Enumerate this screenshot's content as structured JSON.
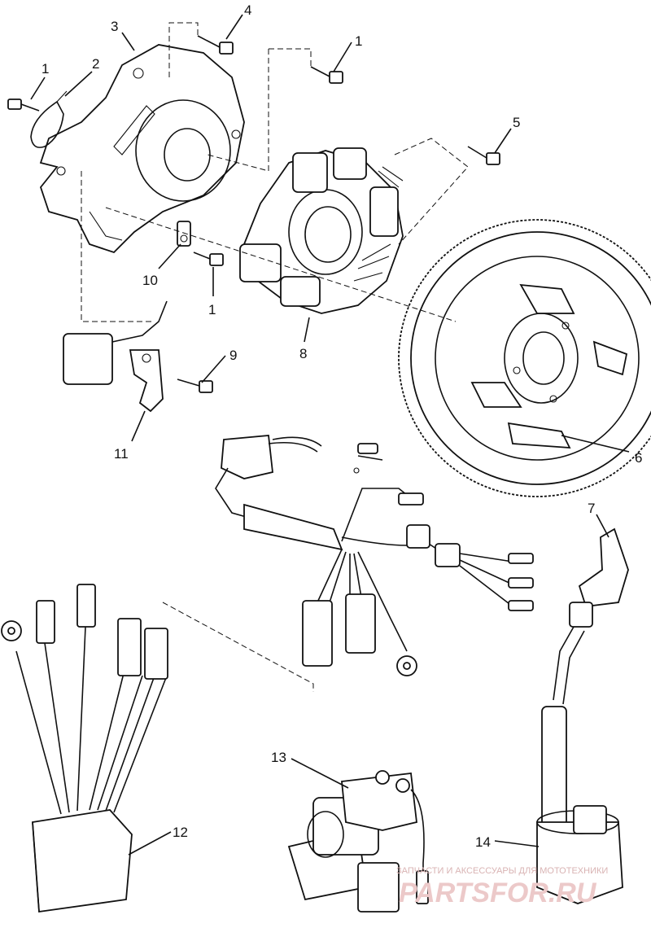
{
  "callouts": {
    "c1a": "1",
    "c2": "2",
    "c3": "3",
    "c4": "4",
    "c1b": "1",
    "c5": "5",
    "c10": "10",
    "c1c": "1",
    "c8": "8",
    "c9": "9",
    "c11": "11",
    "c6": "6",
    "c7": "7",
    "c12": "12",
    "c13": "13",
    "c14": "14"
  },
  "watermark": {
    "tagline": "ЗАПЧАСТИ И АКСЕССУАРЫ ДЛЯ МОТОТЕХНИКИ",
    "logo": "PARTSFOR.RU"
  },
  "colors": {
    "line": "#111111",
    "watermark": "#d9a3a3"
  }
}
